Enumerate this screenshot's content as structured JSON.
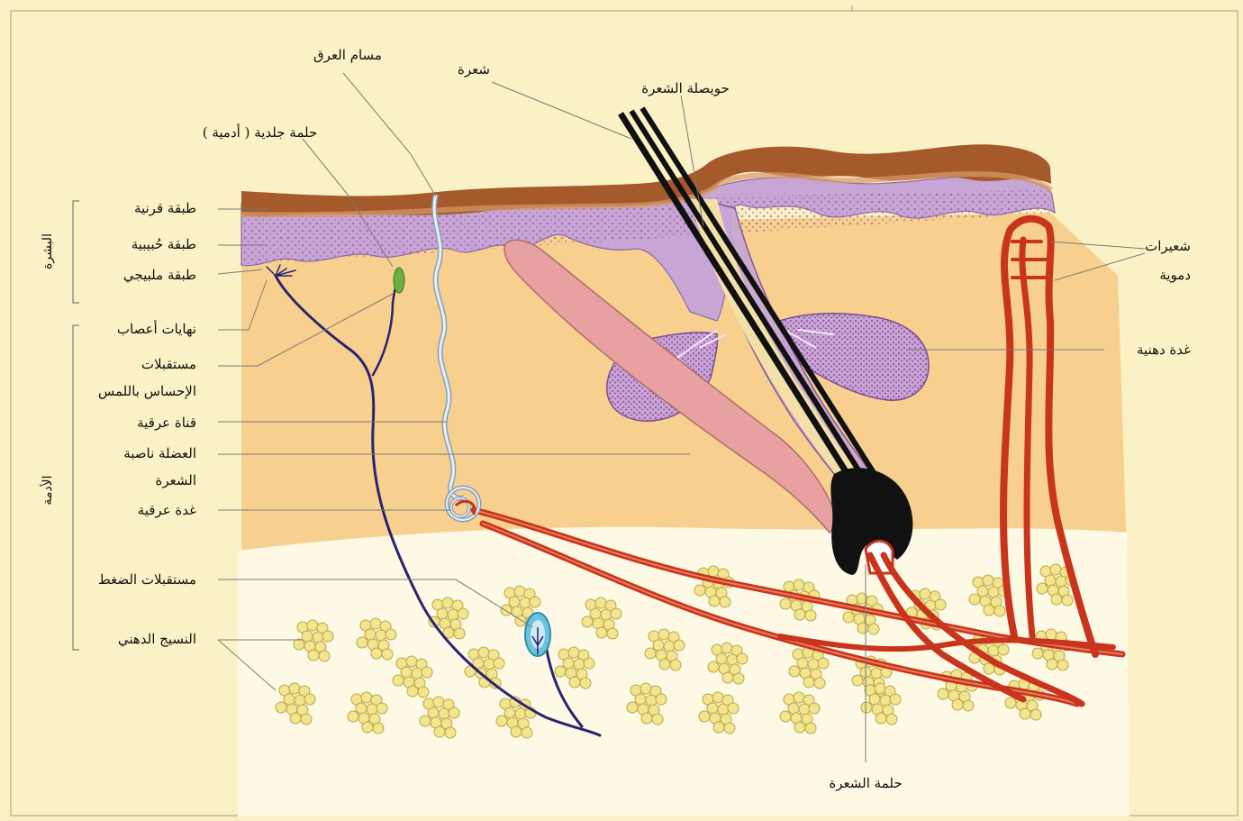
{
  "labels": {
    "sweat_pore": "مسام العرق",
    "hair": "شعرة",
    "hair_follicle": "حويصلة الشعرة",
    "dermal_papilla": "حلمة جلدية ( أدمية )",
    "stratum_corneum": "طبقة قرنية",
    "stratum_granulosum": "طبقة حُبيبية",
    "stratum_basale": "طبقة ملبيجي",
    "nerve_endings": "نهايات أعصاب",
    "touch_receptors_1": "مستقبلات",
    "touch_receptors_2": "الإحساس باللمس",
    "sweat_duct": "قناة عرقية",
    "arrector_pili_1": "العضلة ناصبة",
    "arrector_pili_2": "الشعرة",
    "sweat_gland": "غدة عرقية",
    "pressure_receptors": "مستقبلات الضغط",
    "adipose_tissue": "النسيج الدهني",
    "capillaries_1": "شعيرات",
    "capillaries_2": "دموية",
    "sebaceous_gland": "غدة دهنية",
    "hair_papilla": "حلمة الشعرة",
    "epidermis": "البشرة",
    "dermis": "الأدمة"
  },
  "colors": {
    "background": "#fbf1c6",
    "dermis": "#f7d08f",
    "fat_layer": "#fdf9e4",
    "corneum": "#a45a2a",
    "epidermis": "#c7a6d6",
    "hair": "#111111",
    "blood_vessel": "#c8341c",
    "nerve": "#2a2370",
    "sweat_duct": "#dfe7ee",
    "fat_cells": "#f2e58e",
    "muscle": "#e7a1a1"
  }
}
